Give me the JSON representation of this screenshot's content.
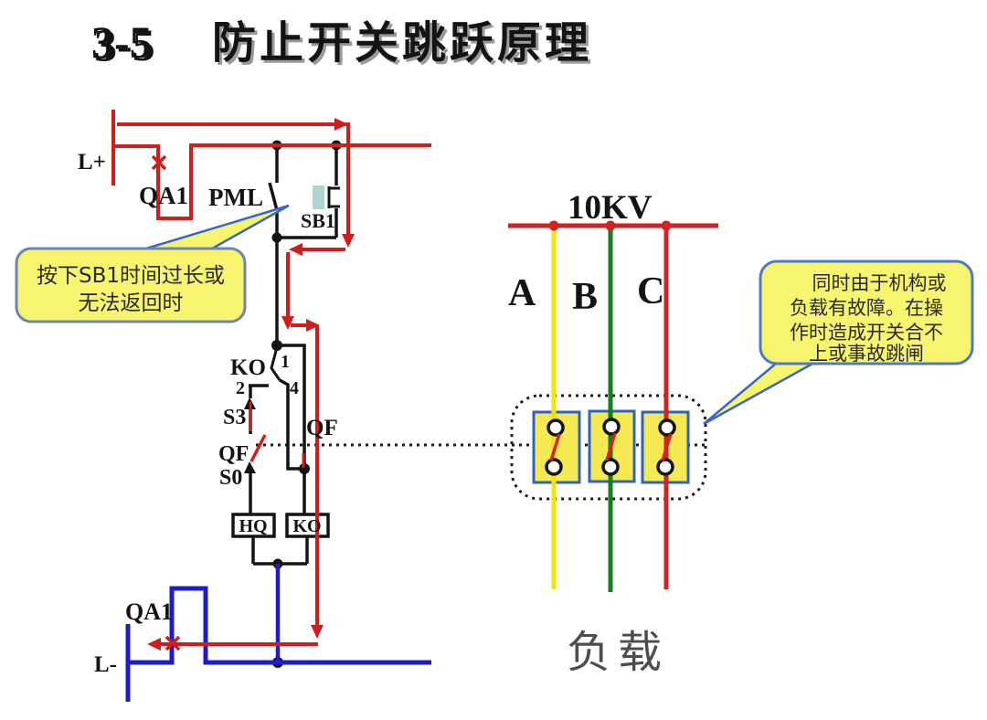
{
  "title": {
    "prefix": "3-5",
    "text": "防止开关跳跃原理"
  },
  "control_circuit": {
    "supply_positive": "L+",
    "supply_negative": "L-",
    "breaker_aux_top": "QA1",
    "breaker_aux_bottom": "QA1",
    "contactor": "PML",
    "close_button": "SB1",
    "anti_pump_contact": "KO",
    "terminal_1": "1",
    "terminal_2": "2",
    "terminal_4": "4",
    "switch_s3": "S3",
    "qf_contact": "QF",
    "switch_s0": "S0",
    "qf_linkage": "QF",
    "closing_coil": "HQ",
    "anti_pump_coil": "KO"
  },
  "power_circuit": {
    "bus_voltage": "10KV",
    "phase_a": "A",
    "phase_b": "B",
    "phase_c": "C",
    "load": "负载"
  },
  "callouts": {
    "left": {
      "line1": "按下SB1时间过长或",
      "line2": "无法返回时"
    },
    "right": {
      "line1": "同时由于机构或",
      "line2": "负载有故障。在操",
      "line3": "作时造成开关合不",
      "line4": "上或事故跳闸"
    }
  },
  "colors": {
    "flow_red": "#cf1e1e",
    "wave_blue": "#1c1ccc",
    "phase_a_yellow": "#f2e30d",
    "phase_b_green": "#15801b",
    "phase_c_red": "#d42222",
    "callout_fill": "#f7f470",
    "callout_border": "#5b84c4",
    "breaker_box_border": "#2f62c4",
    "breaker_box_fill": "#f5e953",
    "load_text_gray": "#4d4d4d",
    "title_shadow": "#9a9a9a"
  }
}
